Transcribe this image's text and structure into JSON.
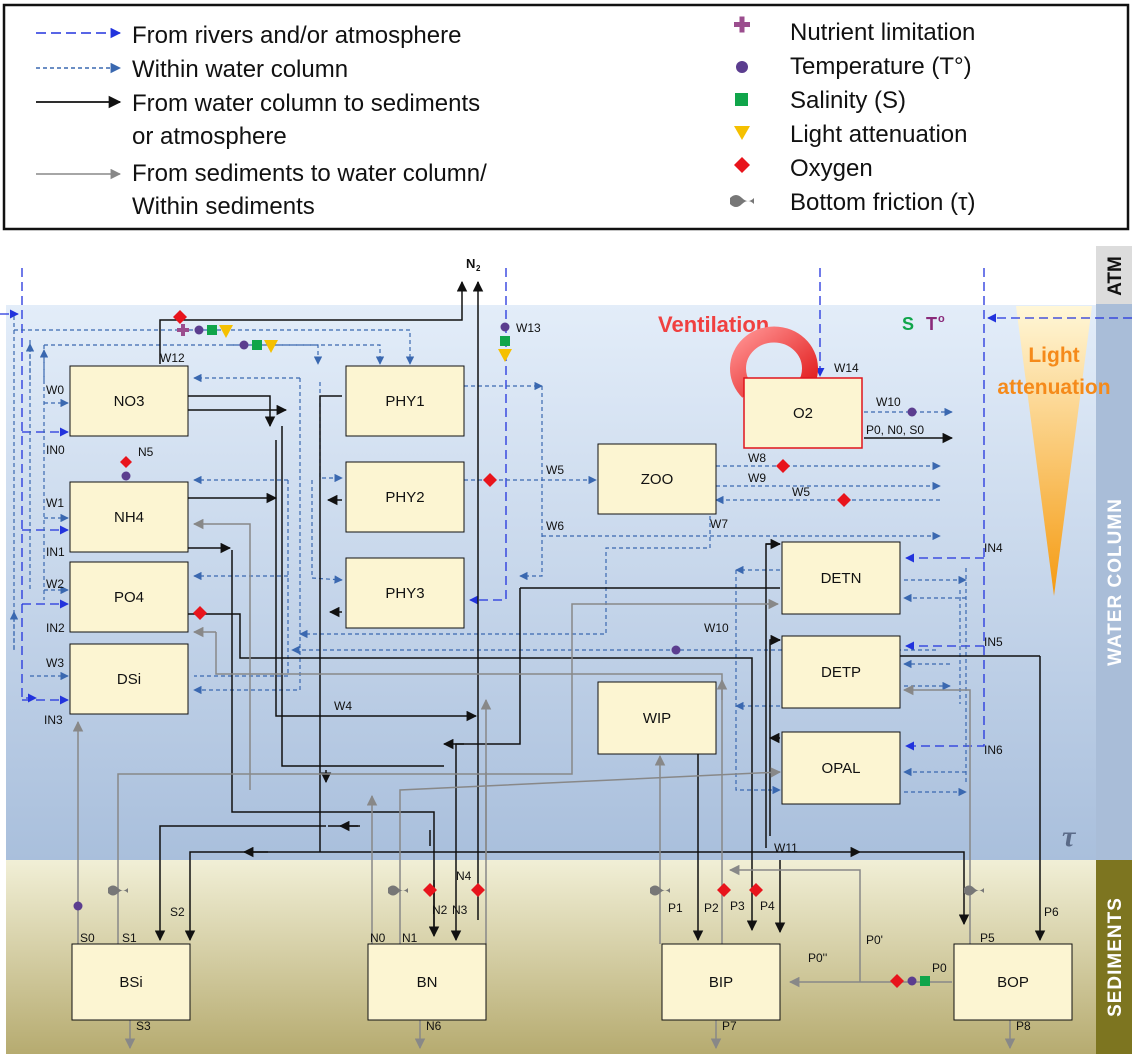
{
  "legend": {
    "flows": [
      {
        "id": "rivers",
        "label": "From rivers and/or atmosphere"
      },
      {
        "id": "within",
        "label": "Within water column"
      },
      {
        "id": "to_sed",
        "label": "From water column to sediments",
        "label2": "or atmosphere"
      },
      {
        "id": "from_sed",
        "label": "From sediments to water column/",
        "label2": "Within sediments"
      }
    ],
    "factors": [
      {
        "id": "nutrient",
        "label": "Nutrient limitation",
        "icon": "plus-icon"
      },
      {
        "id": "temperature",
        "label": "Temperature (T°)",
        "icon": "circle-icon"
      },
      {
        "id": "salinity",
        "label": "Salinity (S)",
        "icon": "square-icon"
      },
      {
        "id": "light",
        "label": "Light attenuation",
        "icon": "triangle-icon"
      },
      {
        "id": "oxygen",
        "label": "Oxygen",
        "icon": "diamond-icon"
      },
      {
        "id": "friction",
        "label": "Bottom friction (τ)",
        "icon": "wave-icon"
      }
    ]
  },
  "zones": {
    "atm": "ATM",
    "water": "WATER COLUMN",
    "sediments": "SEDIMENTS"
  },
  "boxes": {
    "no3": "NO3",
    "nh4": "NH4",
    "po4": "PO4",
    "dsi": "DSi",
    "phy1": "PHY1",
    "phy2": "PHY2",
    "phy3": "PHY3",
    "zoo": "ZOO",
    "o2": "O2",
    "detn": "DETN",
    "detp": "DETP",
    "opal": "OPAL",
    "wip": "WIP",
    "bsi": "BSi",
    "bn": "BN",
    "bip": "BIP",
    "bop": "BOP"
  },
  "annotations": {
    "ventilation": "Ventilation",
    "light_line1": "Light",
    "light_line2": "attenuation",
    "s": "S",
    "t": "T",
    "t_sup": "o",
    "tau": "τ",
    "n2": "N",
    "n2_sub": "2"
  },
  "labels": {
    "w0": "W0",
    "w1": "W1",
    "w2": "W2",
    "w3": "W3",
    "w4": "W4",
    "w5a": "W5",
    "w5b": "W5",
    "w6": "W6",
    "w7": "W7",
    "w8": "W8",
    "w9": "W9",
    "w10a": "W10",
    "w10b": "W10",
    "w11": "W11",
    "w12": "W12",
    "w13": "W13",
    "w14": "W14",
    "in0": "IN0",
    "in1": "IN1",
    "in2": "IN2",
    "in3": "IN3",
    "in4": "IN4",
    "in5": "IN5",
    "in6": "IN6",
    "n5": "N5",
    "n0": "N0",
    "n1": "N1",
    "n2": "N2",
    "n3": "N3",
    "n4": "N4",
    "n6": "N6",
    "s0": "S0",
    "s1": "S1",
    "s2": "S2",
    "s3": "S3",
    "p0": "P0",
    "p0p": "P0'",
    "p0pp": "P0''",
    "p1": "P1",
    "p2": "P2",
    "p3": "P3",
    "p4": "P4",
    "p5": "P5",
    "p6": "P6",
    "p7": "P7",
    "p8": "P8",
    "pns": "P0, N0, S0"
  },
  "colors": {
    "rivers": "#2233dd",
    "within": "#3a68b0",
    "to_sed": "#111111",
    "from_sed": "#888888",
    "nutrient": "#9b4d8e",
    "temperature": "#5b3d8f",
    "salinity": "#10a54a",
    "light": "#f5c000",
    "oxygen": "#e8141c",
    "friction": "#777777",
    "box_fill": "#fcf5d2",
    "ventilation": "#f04040",
    "light_text": "#f58a1a"
  }
}
